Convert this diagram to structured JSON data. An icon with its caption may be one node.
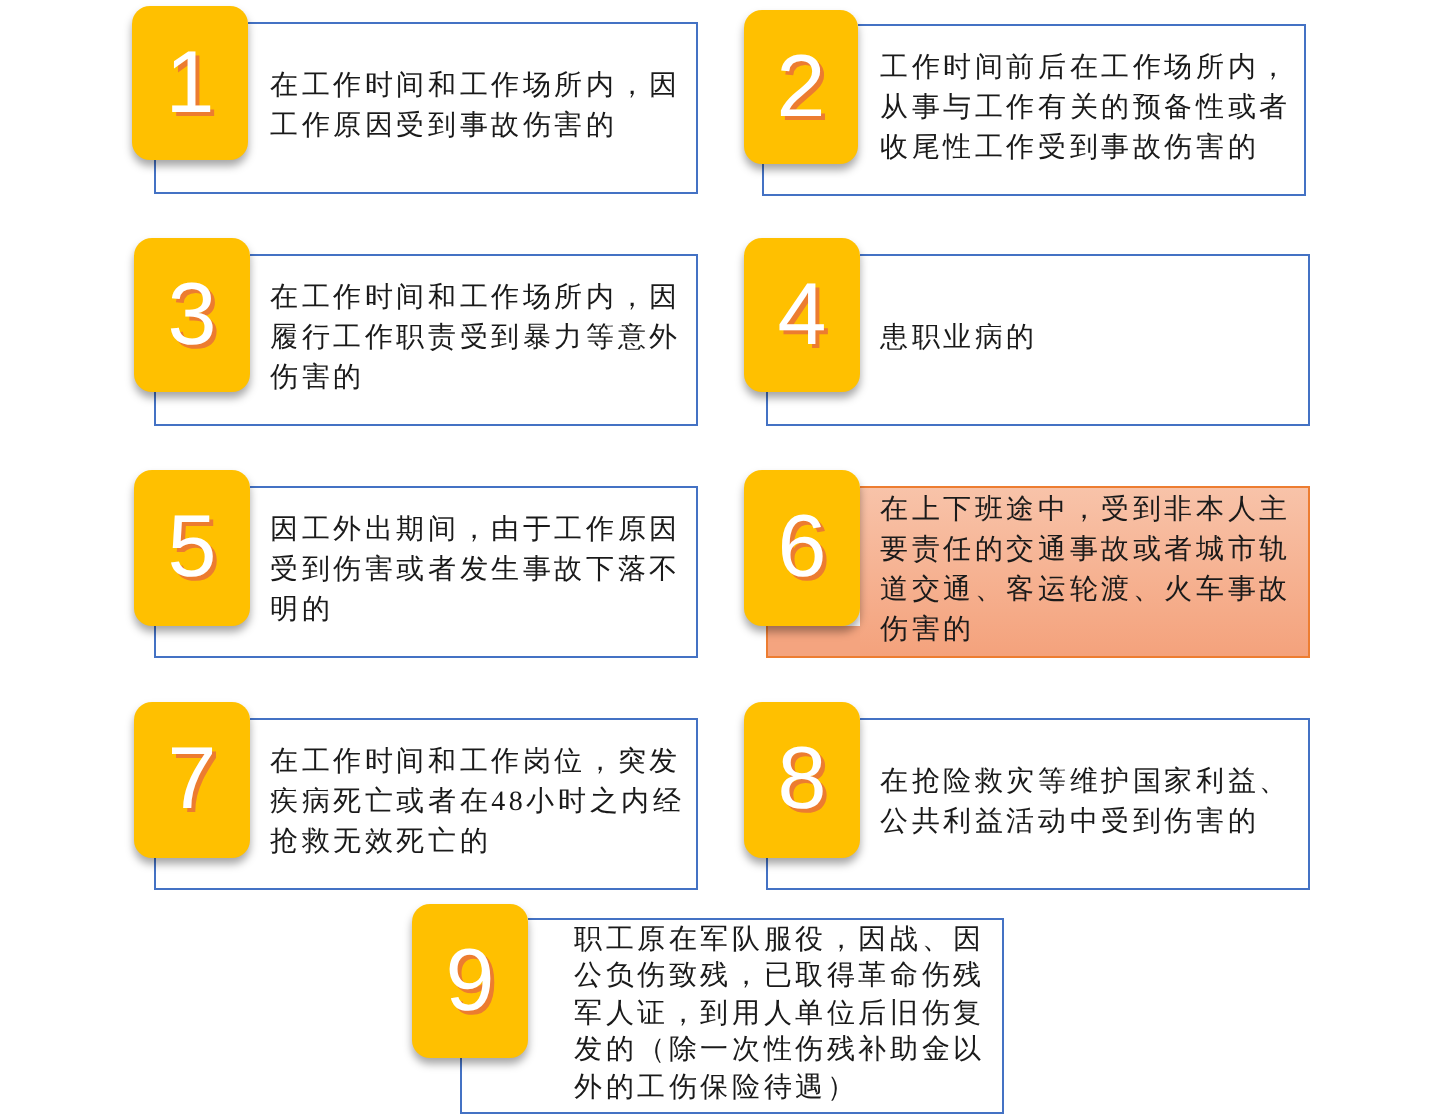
{
  "diagram": {
    "nodes": [
      {
        "text": [
          "1"
        ]
      },
      {
        "text": [
          "在工作时间和工作场所内，因工作原因受到事故伤害的"
        ]
      },
      {
        "text": [
          "2"
        ]
      },
      {
        "text": [
          "工作时间前后在工作场所内，从事与工作有关的预备性或者收尾性工作受到事故伤害的"
        ]
      },
      {
        "text": [
          "3"
        ]
      },
      {
        "text": [
          "在工作时间和工作场所内，因履行工作职责受到暴力等意外伤害的"
        ]
      },
      {
        "text": [
          "4"
        ]
      },
      {
        "text": [
          "患职业病的"
        ]
      },
      {
        "text": [
          "5"
        ]
      },
      {
        "text": [
          "因工外出期间，由于工作原因受到伤害或者发生事故下落不明的"
        ]
      },
      {
        "text": [
          "6"
        ]
      },
      {
        "text": [
          "在上下班途中，受到非本人主要责任的交通事故或者城市轨道交通、客运轮渡、火车事故伤害的"
        ]
      },
      {
        "text": [
          "7"
        ]
      },
      {
        "text": [
          "在工作时间和工作岗位，突发疾病死亡或者在48小时之内经抢救无效死亡的"
        ]
      },
      {
        "text": [
          "8"
        ]
      },
      {
        "text": [
          "在抢险救灾等维护国家利益、公共利益活动中受到伤害的"
        ]
      },
      {
        "text": [
          "9"
        ]
      },
      {
        "text": [
          "职工原在军队服役，因战、因公负伤致残，已取得革命伤残军人证，到用人单位后旧伤复发的（除一次性伤残补助金以外的工伤保险待遇）"
        ]
      }
    ]
  }
}
